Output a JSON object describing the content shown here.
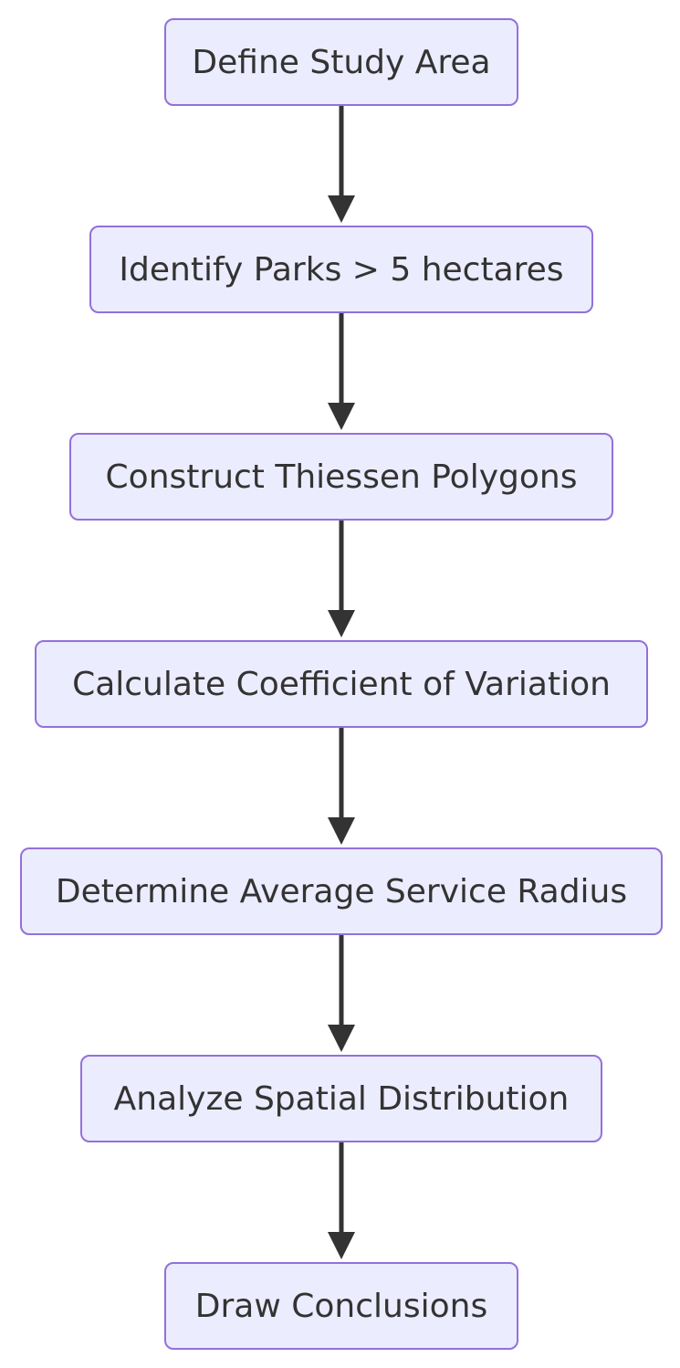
{
  "colors": {
    "node_fill": "#ececff",
    "node_border": "#9370db",
    "edge": "#333333",
    "text": "#333333"
  },
  "nodes": [
    {
      "id": "n1",
      "label": "Define Study Area"
    },
    {
      "id": "n2",
      "label": "Identify Parks > 5 hectares"
    },
    {
      "id": "n3",
      "label": "Construct Thiessen Polygons"
    },
    {
      "id": "n4",
      "label": "Calculate Coefficient of Variation"
    },
    {
      "id": "n5",
      "label": "Determine Average Service Radius"
    },
    {
      "id": "n6",
      "label": "Analyze Spatial Distribution"
    },
    {
      "id": "n7",
      "label": "Draw Conclusions"
    }
  ],
  "edges": [
    {
      "from": "n1",
      "to": "n2"
    },
    {
      "from": "n2",
      "to": "n3"
    },
    {
      "from": "n3",
      "to": "n4"
    },
    {
      "from": "n4",
      "to": "n5"
    },
    {
      "from": "n5",
      "to": "n6"
    },
    {
      "from": "n6",
      "to": "n7"
    }
  ]
}
